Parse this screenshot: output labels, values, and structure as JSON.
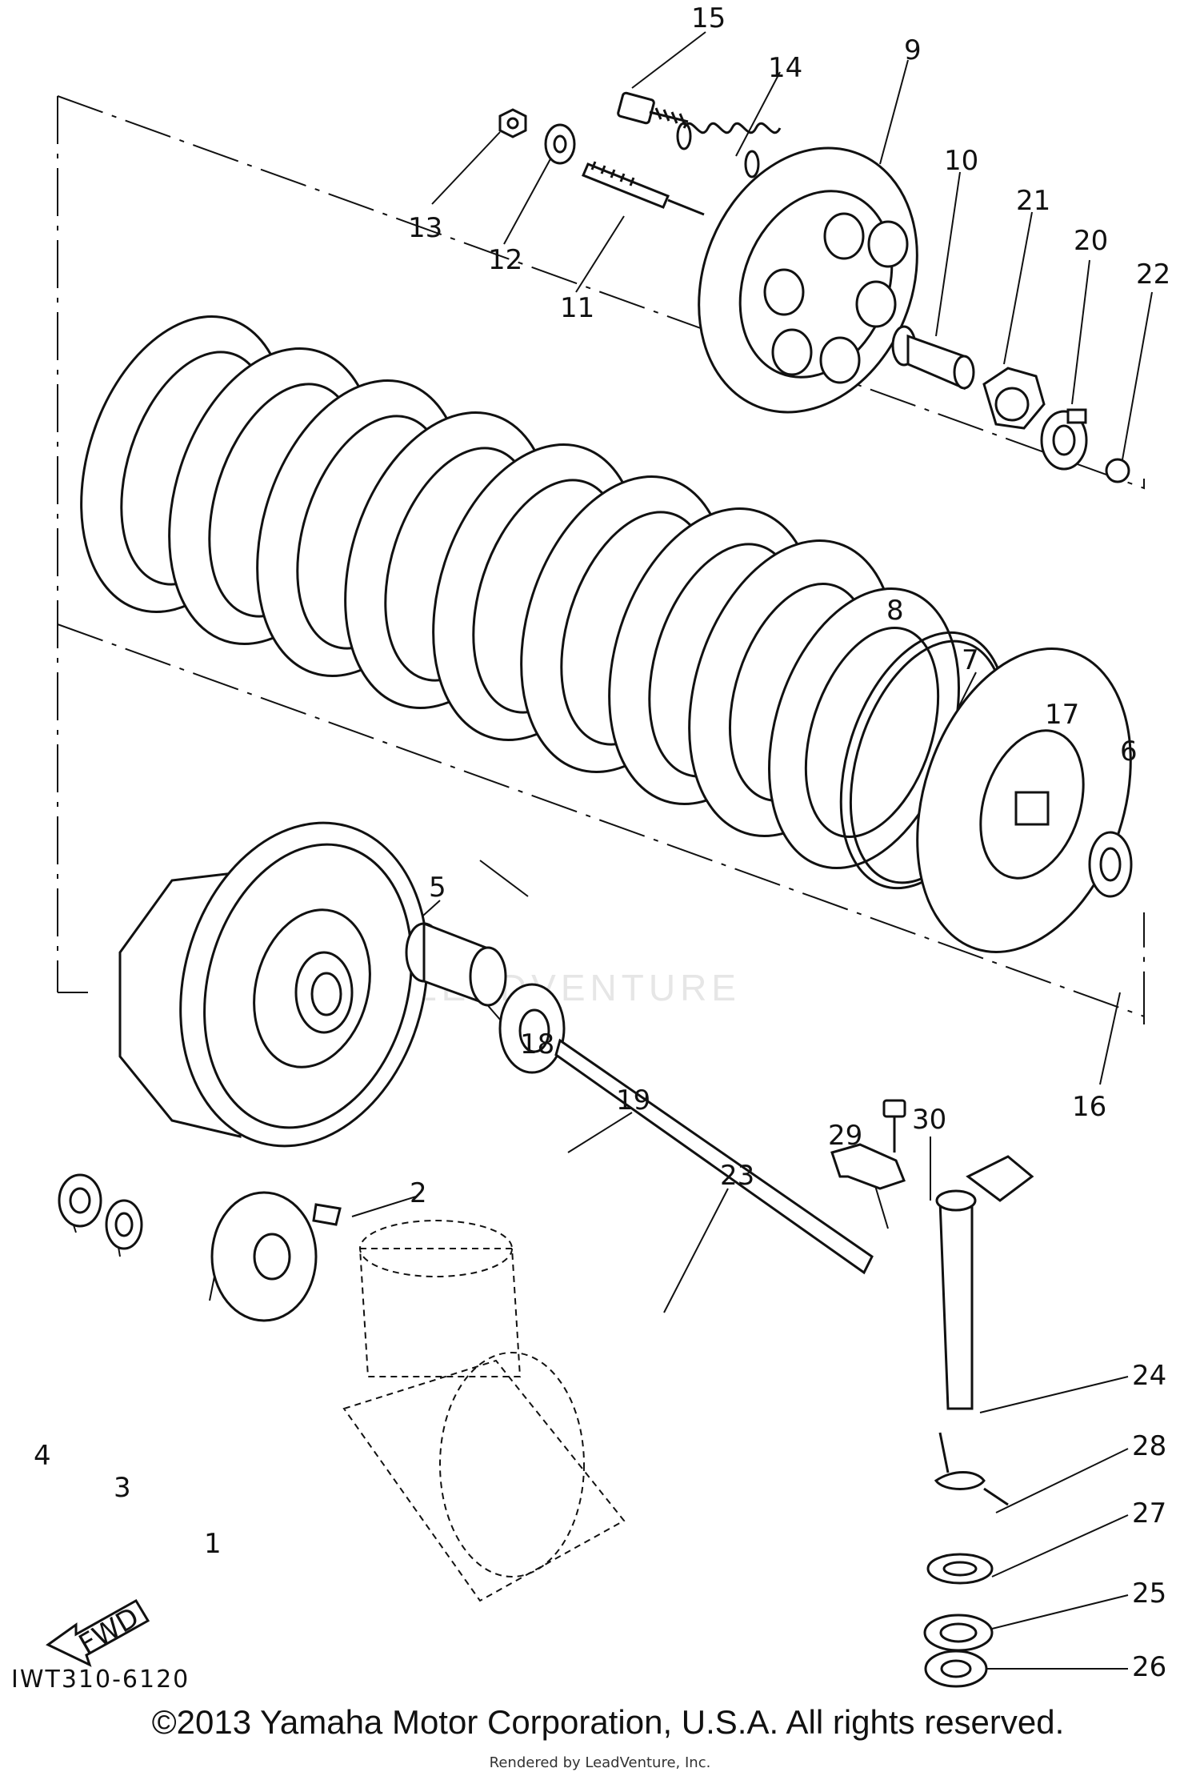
{
  "diagram": {
    "part_labels": [
      "1",
      "2",
      "3",
      "4",
      "5",
      "6",
      "7",
      "8",
      "9",
      "10",
      "11",
      "12",
      "13",
      "14",
      "15",
      "16",
      "17",
      "18",
      "19",
      "20",
      "21",
      "22",
      "23",
      "24",
      "25",
      "26",
      "27",
      "28",
      "29",
      "30"
    ],
    "fwd_label": "FWD",
    "drawing_code": "IWT310-6120",
    "watermark": "LEADVENTURE",
    "copyright": "©2013 Yamaha Motor Corporation, U.S.A. All rights reserved.",
    "rendered_by": "Rendered by LeadVenture, Inc."
  }
}
